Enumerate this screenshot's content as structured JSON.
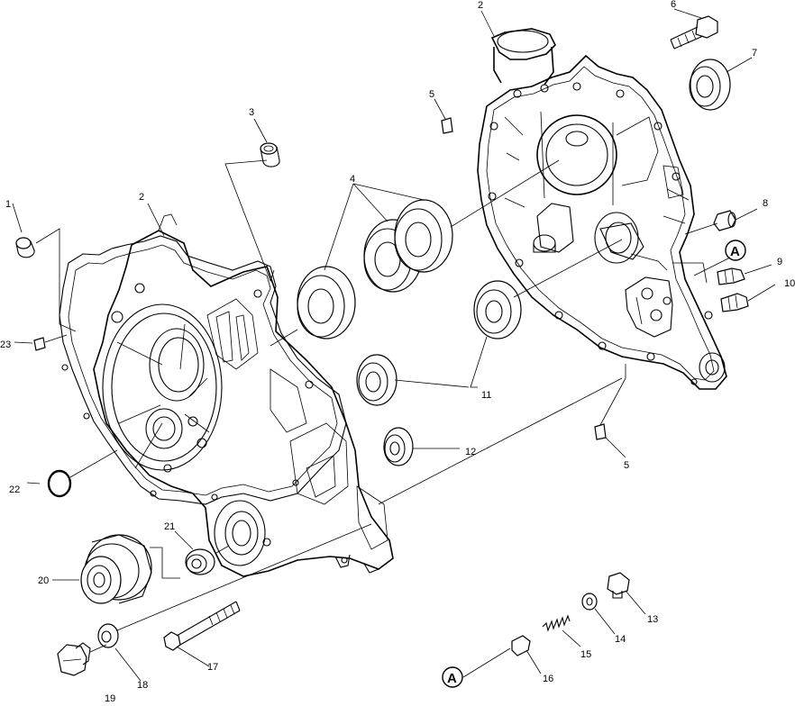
{
  "callouts": [
    {
      "id": "c1",
      "text": "1"
    },
    {
      "id": "c2a",
      "text": "2"
    },
    {
      "id": "c2b",
      "text": "2"
    },
    {
      "id": "c3",
      "text": "3"
    },
    {
      "id": "c4",
      "text": "4"
    },
    {
      "id": "c5a",
      "text": "5"
    },
    {
      "id": "c5b",
      "text": "5"
    },
    {
      "id": "c6",
      "text": "6"
    },
    {
      "id": "c7",
      "text": "7"
    },
    {
      "id": "c8",
      "text": "8"
    },
    {
      "id": "c9",
      "text": "9"
    },
    {
      "id": "c10",
      "text": "10"
    },
    {
      "id": "c11",
      "text": "11"
    },
    {
      "id": "c12",
      "text": "12"
    },
    {
      "id": "c13",
      "text": "13"
    },
    {
      "id": "c14",
      "text": "14"
    },
    {
      "id": "c15",
      "text": "15"
    },
    {
      "id": "c16",
      "text": "16"
    },
    {
      "id": "c17",
      "text": "17"
    },
    {
      "id": "c18",
      "text": "18"
    },
    {
      "id": "c19",
      "text": "19"
    },
    {
      "id": "c20",
      "text": "20"
    },
    {
      "id": "c21",
      "text": "21"
    },
    {
      "id": "c22",
      "text": "22"
    },
    {
      "id": "c23",
      "text": "23"
    }
  ],
  "reference_marks": [
    {
      "id": "refA1",
      "text": "A"
    },
    {
      "id": "refA2",
      "text": "A"
    }
  ]
}
